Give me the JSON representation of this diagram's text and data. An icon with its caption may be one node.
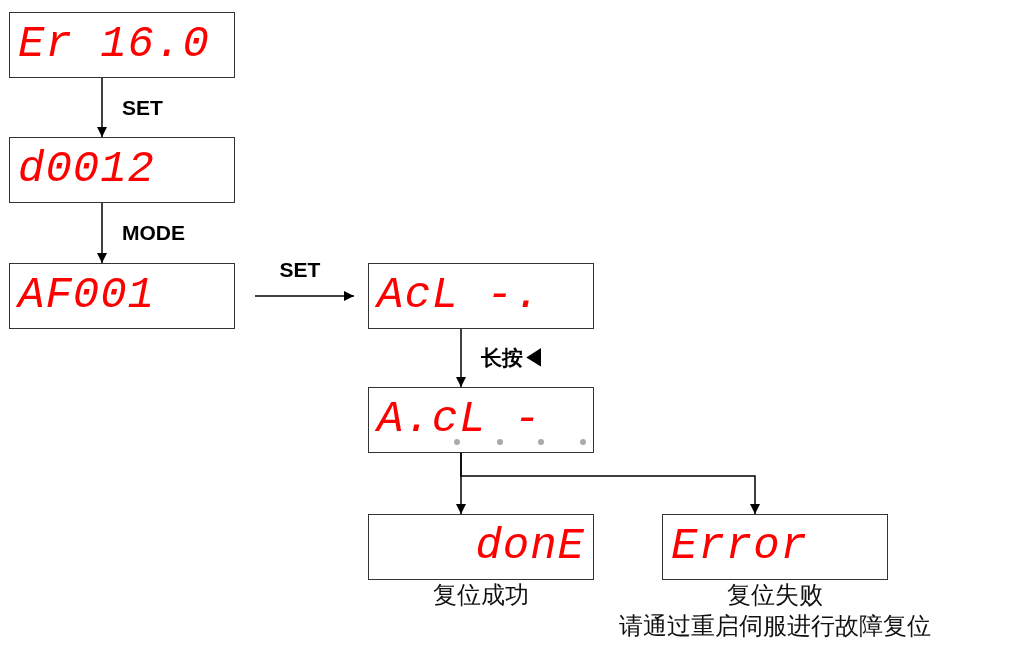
{
  "diagram": {
    "nodes": [
      {
        "text": [
          "Er 16.0"
        ]
      },
      {
        "text": [
          "d0012"
        ]
      },
      {
        "text": [
          "AF001"
        ]
      },
      {
        "text": [
          "AcL -."
        ]
      },
      {
        "text": [
          "A.cL -"
        ]
      },
      {
        "text": [
          "donE"
        ],
        "beside": [
          "复位成功"
        ]
      },
      {
        "text": [
          "Error"
        ],
        "beside": [
          "复位失败",
          "请通过重启伺服进行故障复位"
        ]
      }
    ],
    "edges": [
      {
        "from": 0,
        "to": 1,
        "arrow": "to",
        "label": "SET"
      },
      {
        "from": 1,
        "to": 2,
        "arrow": "to",
        "label": "MODE"
      },
      {
        "from": 2,
        "to": 3,
        "arrow": "to",
        "label": "SET"
      },
      {
        "from": 3,
        "to": 4,
        "arrow": "to",
        "label": "长按◀"
      },
      {
        "from": 4,
        "to": 5,
        "arrow": "to"
      },
      {
        "from": 4,
        "to": 6,
        "arrow": "to"
      }
    ]
  }
}
